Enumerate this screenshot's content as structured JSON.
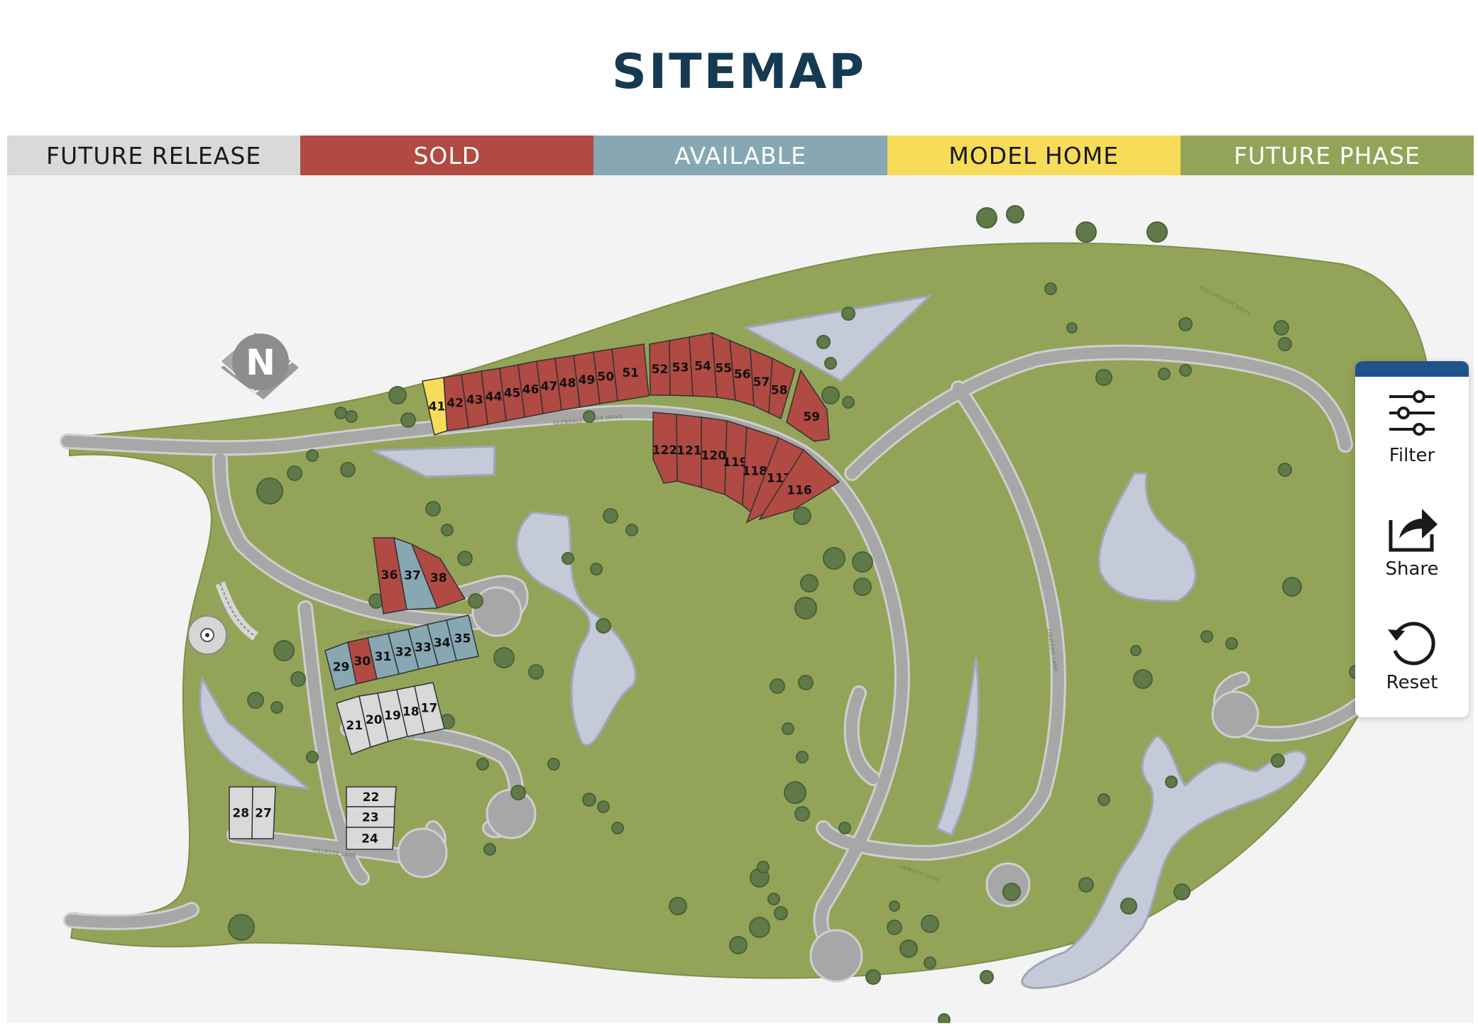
{
  "header": {
    "title": "SITEMAP"
  },
  "legend": [
    {
      "label": "FUTURE RELEASE",
      "color": "#d9d9d9",
      "text_color": "#1a1a1a"
    },
    {
      "label": "SOLD",
      "color": "#b04a43",
      "text_color": "#ffffff"
    },
    {
      "label": "AVAILABLE",
      "color": "#87a8b3",
      "text_color": "#ffffff"
    },
    {
      "label": "MODEL HOME",
      "color": "#f7dc5a",
      "text_color": "#1a1a1a"
    },
    {
      "label": "FUTURE PHASE",
      "color": "#93a459",
      "text_color": "#ffffff"
    }
  ],
  "map": {
    "compass_label": "N",
    "streets": [
      "GLENDALE ARBOR DRIVE",
      "BENTWOOD ROAD",
      "RAVFORD LANE",
      "HILLROSE LANE",
      "LINWOOD LANE",
      "LINWOOD LANE",
      "BEECHBROOK DRIVE"
    ],
    "lots": [
      {
        "id": "41",
        "status": "model"
      },
      {
        "id": "42",
        "status": "sold"
      },
      {
        "id": "43",
        "status": "sold"
      },
      {
        "id": "44",
        "status": "sold"
      },
      {
        "id": "45",
        "status": "sold"
      },
      {
        "id": "46",
        "status": "sold"
      },
      {
        "id": "47",
        "status": "sold"
      },
      {
        "id": "48",
        "status": "sold"
      },
      {
        "id": "49",
        "status": "sold"
      },
      {
        "id": "50",
        "status": "sold"
      },
      {
        "id": "51",
        "status": "sold"
      },
      {
        "id": "52",
        "status": "sold"
      },
      {
        "id": "53",
        "status": "sold"
      },
      {
        "id": "54",
        "status": "sold"
      },
      {
        "id": "55",
        "status": "sold"
      },
      {
        "id": "56",
        "status": "sold"
      },
      {
        "id": "57",
        "status": "sold"
      },
      {
        "id": "58",
        "status": "sold"
      },
      {
        "id": "59",
        "status": "sold"
      },
      {
        "id": "122",
        "status": "sold"
      },
      {
        "id": "121",
        "status": "sold"
      },
      {
        "id": "120",
        "status": "sold"
      },
      {
        "id": "119",
        "status": "sold"
      },
      {
        "id": "118",
        "status": "sold"
      },
      {
        "id": "117",
        "status": "sold"
      },
      {
        "id": "116",
        "status": "sold"
      },
      {
        "id": "36",
        "status": "sold"
      },
      {
        "id": "37",
        "status": "available"
      },
      {
        "id": "38",
        "status": "sold"
      },
      {
        "id": "29",
        "status": "available"
      },
      {
        "id": "30",
        "status": "sold"
      },
      {
        "id": "31",
        "status": "available"
      },
      {
        "id": "32",
        "status": "available"
      },
      {
        "id": "33",
        "status": "available"
      },
      {
        "id": "34",
        "status": "available"
      },
      {
        "id": "35",
        "status": "available"
      },
      {
        "id": "21",
        "status": "future"
      },
      {
        "id": "20",
        "status": "future"
      },
      {
        "id": "19",
        "status": "future"
      },
      {
        "id": "18",
        "status": "future"
      },
      {
        "id": "17",
        "status": "future"
      },
      {
        "id": "22",
        "status": "future"
      },
      {
        "id": "23",
        "status": "future"
      },
      {
        "id": "24",
        "status": "future"
      },
      {
        "id": "28",
        "status": "future"
      },
      {
        "id": "27",
        "status": "future"
      }
    ]
  },
  "toolbar": {
    "filter_label": "Filter",
    "share_label": "Share",
    "reset_label": "Reset"
  }
}
